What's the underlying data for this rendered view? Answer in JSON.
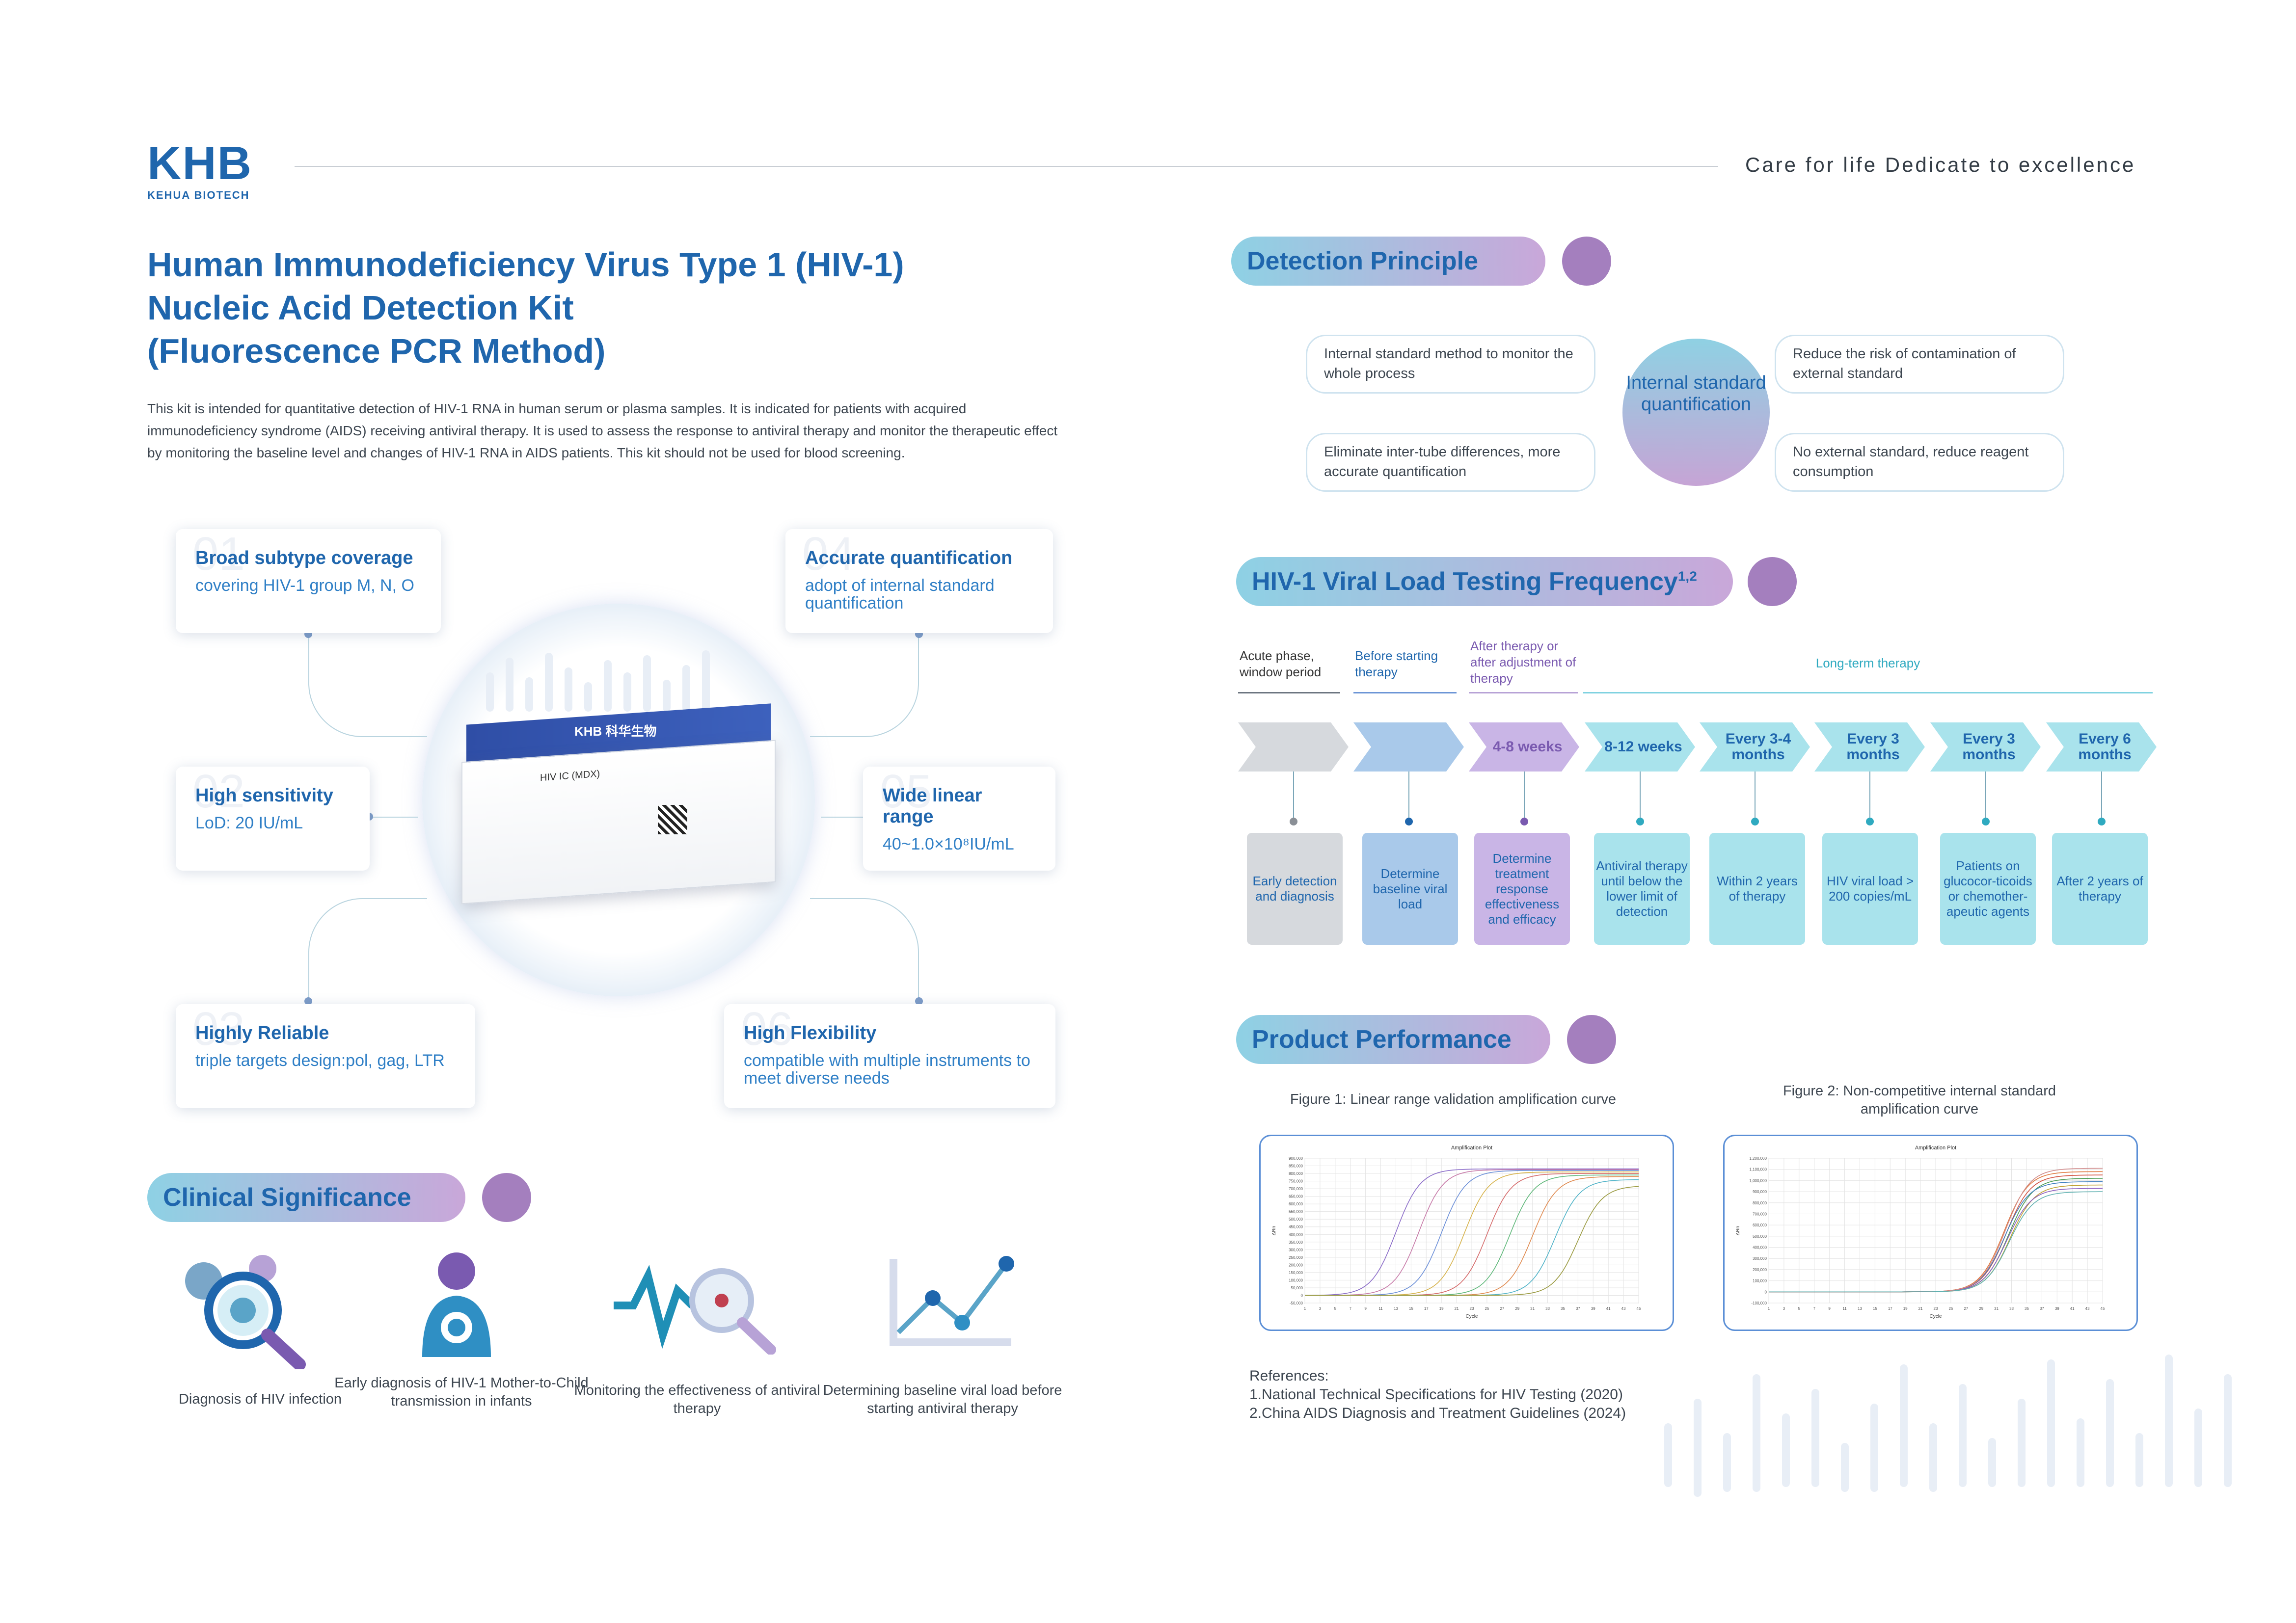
{
  "header": {
    "logo_mark": "KHB",
    "logo_sub": "KEHUA BIOTECH",
    "slogan": "Care for life  Dedicate to excellence"
  },
  "title_lines": [
    "Human Immunodeficiency Virus Type 1 (HIV-1)",
    "Nucleic Acid Detection Kit",
    "(Fluorescence PCR Method)"
  ],
  "intro": "This kit is intended for quantitative detection of HIV-1 RNA in human serum or plasma samples. It is indicated for patients with acquired immunodeficiency syndrome (AIDS) receiving antiviral therapy. It is used to assess the response to antiviral therapy and monitor the therapeutic effect by monitoring the baseline level and changes of HIV-1 RNA in AIDS patients. This kit should not be used for blood screening.",
  "features": [
    {
      "num": "01",
      "title": "Broad subtype coverage",
      "desc": "covering HIV-1 group M, N, O"
    },
    {
      "num": "02",
      "title": "High sensitivity",
      "desc": "LoD: 20 IU/mL"
    },
    {
      "num": "03",
      "title": "Highly Reliable",
      "desc": "triple targets design:pol, gag, LTR"
    },
    {
      "num": "04",
      "title": "Accurate quantification",
      "desc": "adopt of internal standard quantification"
    },
    {
      "num": "05",
      "title": "Wide linear range",
      "desc": "40~1.0×10⁸IU/mL"
    },
    {
      "num": "06",
      "title": "High Flexibility",
      "desc": "compatible with multiple instruments to meet diverse needs"
    }
  ],
  "product_box": {
    "brand": "KHB 科华生物",
    "name": "HIV IC (MDX)"
  },
  "clinical": {
    "heading": "Clinical Significance",
    "items": [
      {
        "icon": "virus-magnifier-icon",
        "label": "Diagnosis of HIV infection"
      },
      {
        "icon": "mother-child-icon",
        "label": "Early diagnosis of HIV-1 Mother-to-Child transmission in infants"
      },
      {
        "icon": "wave-magnifier-icon",
        "label": "Monitoring the effectiveness of antiviral therapy"
      },
      {
        "icon": "trend-chart-icon",
        "label": "Determining baseline viral load before starting antiviral therapy"
      }
    ]
  },
  "detection": {
    "heading": "Detection Principle",
    "center": "Internal standard quantification",
    "cards": [
      "Internal standard method to monitor the whole process",
      "Eliminate inter-tube differences, more accurate quantification",
      "Reduce the risk of contamination of external standard",
      "No external standard, reduce reagent consumption"
    ]
  },
  "frequency": {
    "heading": "HIV-1 Viral Load Testing Frequency",
    "heading_sup": "1,2",
    "phases": [
      "Acute phase, window period",
      "Before starting therapy",
      "After therapy or after adjustment of therapy",
      "Long-term therapy"
    ],
    "arrows": [
      "",
      "",
      "4-8 weeks",
      "8-12 weeks",
      "Every 3-4 months",
      "Every 3 months",
      "Every 3 months",
      "Every 6 months"
    ],
    "boxes": [
      "Early detection and diagnosis",
      "Determine baseline viral load",
      "Determine treatment response effectiveness and efficacy",
      "Antiviral therapy until below the lower limit of detection",
      "Within 2 years of therapy",
      "HIV viral load > 200 copies/mL",
      "Patients on glucocor-ticoids or chemother-apeutic agents",
      "After 2 years of therapy"
    ],
    "colors": {
      "gray": "#d6d9dd",
      "blue": "#a9c9ea",
      "purple": "#c9b5e6",
      "cyan": "#a9e3ec"
    }
  },
  "performance": {
    "heading": "Product Performance",
    "figure1_caption": "Figure 1: Linear range validation amplification curve",
    "figure2_caption": "Figure 2: Non-competitive internal standard amplification curve",
    "plot_title": "Amplification Plot",
    "x_label": "Cycle",
    "y_label": "ΔRn"
  },
  "chart_data": [
    {
      "type": "line",
      "title": "Amplification Plot",
      "xlabel": "Cycle",
      "ylabel": "ΔRn",
      "xlim": [
        1,
        45
      ],
      "ylim": [
        -50000,
        900000
      ],
      "ticks_y": [
        "-50,000",
        "0",
        "50,000",
        "100,000",
        "150,000",
        "200,000",
        "250,000",
        "300,000",
        "350,000",
        "400,000",
        "450,000",
        "500,000",
        "550,000",
        "600,000",
        "650,000",
        "700,000",
        "750,000",
        "800,000",
        "850,000",
        "900,000"
      ],
      "series": [
        {
          "midpoint": 13,
          "plateau": 830000,
          "color": "#8a6bc8"
        },
        {
          "midpoint": 16,
          "plateau": 825000,
          "color": "#c77aa8"
        },
        {
          "midpoint": 19,
          "plateau": 820000,
          "color": "#6b8fd8"
        },
        {
          "midpoint": 22,
          "plateau": 810000,
          "color": "#d6b24a"
        },
        {
          "midpoint": 25,
          "plateau": 800000,
          "color": "#d56a6a"
        },
        {
          "midpoint": 28,
          "plateau": 790000,
          "color": "#5fb87a"
        },
        {
          "midpoint": 31,
          "plateau": 780000,
          "color": "#e08a4f"
        },
        {
          "midpoint": 34,
          "plateau": 760000,
          "color": "#4fb3c8"
        },
        {
          "midpoint": 37,
          "plateau": 720000,
          "color": "#9a9a40"
        }
      ]
    },
    {
      "type": "line",
      "title": "Amplification Plot",
      "xlabel": "Cycle",
      "ylabel": "ΔRn",
      "xlim": [
        1,
        45
      ],
      "ylim": [
        -100000,
        1200000
      ],
      "ticks_y": [
        "1,200,000",
        "1,100,000",
        "1,000,000",
        "900,000",
        "800,000",
        "700,000",
        "600,000",
        "500,000",
        "400,000",
        "300,000",
        "200,000",
        "100,000",
        "0",
        "-100,000"
      ],
      "series": [
        {
          "midpoint": 32,
          "plateau": 1080000,
          "color": "#e0783c"
        },
        {
          "midpoint": 32.3,
          "plateau": 1050000,
          "color": "#d24f3c"
        },
        {
          "midpoint": 32.6,
          "plateau": 1020000,
          "color": "#4a9a50"
        },
        {
          "midpoint": 32.1,
          "plateau": 990000,
          "color": "#3f7fc0"
        },
        {
          "midpoint": 32.8,
          "plateau": 960000,
          "color": "#c0a030"
        },
        {
          "midpoint": 32.4,
          "plateau": 930000,
          "color": "#8c5fbf"
        },
        {
          "midpoint": 32.2,
          "plateau": 1110000,
          "color": "#d08a8a"
        },
        {
          "midpoint": 32.7,
          "plateau": 900000,
          "color": "#5fb0b0"
        }
      ]
    }
  ],
  "references": {
    "heading": "References:",
    "items": [
      "1.National Technical Specifications for HIV Testing (2020)",
      "2.China AIDS Diagnosis and Treatment Guidelines (2024)"
    ]
  }
}
